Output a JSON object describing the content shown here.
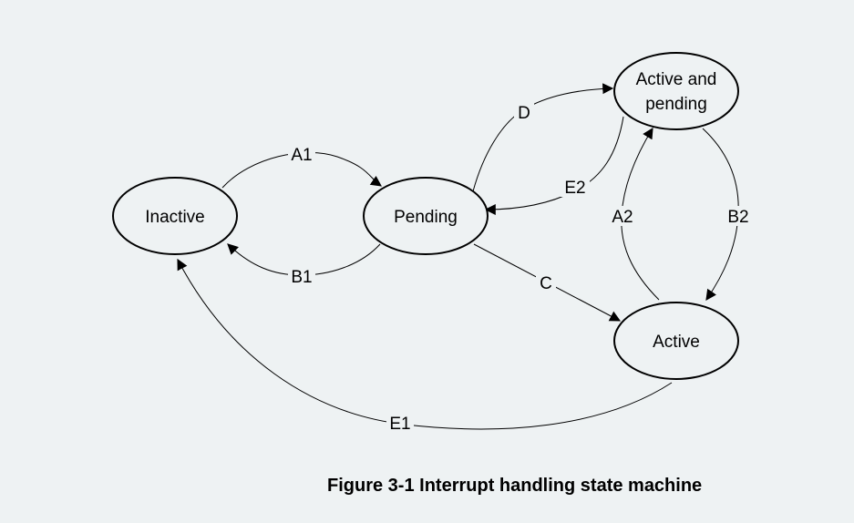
{
  "diagram": {
    "states": {
      "inactive": "Inactive",
      "pending": "Pending",
      "active_and_pending_line1": "Active and",
      "active_and_pending_line2": "pending",
      "active": "Active"
    },
    "transitions": {
      "a1": "A1",
      "b1": "B1",
      "c": "C",
      "d": "D",
      "e1": "E1",
      "e2": "E2",
      "a2": "A2",
      "b2": "B2"
    }
  },
  "caption": "Figure 3-1 Interrupt handling state machine"
}
